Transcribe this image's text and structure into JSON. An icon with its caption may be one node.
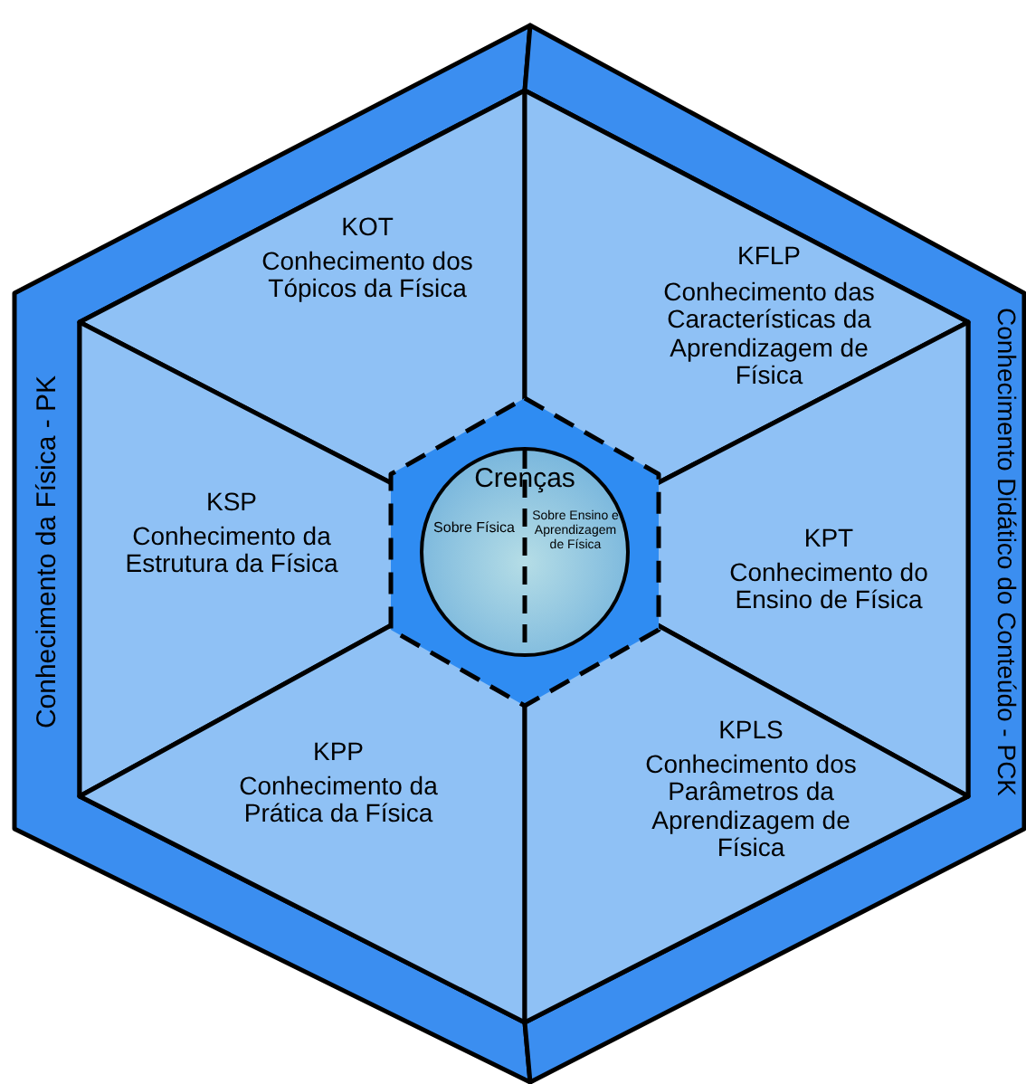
{
  "diagram": {
    "nodes": [
      {
        "text": [
          "Conhecimento da Física - PK"
        ]
      },
      {
        "text": [
          "Conhecimento Didático do Conteúdo - PCK"
        ]
      },
      {
        "text": [
          "KOT",
          "Conhecimento dos Tópicos da Física"
        ]
      },
      {
        "text": [
          "KFLP",
          "Conhecimento das Características da Aprendizagem de Física"
        ]
      },
      {
        "text": [
          "KSP",
          "Conhecimento da Estrutura da Física"
        ]
      },
      {
        "text": [
          "KPT",
          "Conhecimento do Ensino de Física"
        ]
      },
      {
        "text": [
          "KPP",
          "Conhecimento da Prática da Física"
        ]
      },
      {
        "text": [
          "KPLS",
          "Conhecimento dos Parâmetros da Aprendizagem de Física"
        ]
      },
      {
        "text": [],
        "shape": "hexagon"
      },
      {
        "text": [
          "Crenças"
        ],
        "in": 8
      },
      {
        "text": [
          "Sobre Física"
        ]
      },
      {
        "text": [
          "Sobre Ensino e Aprendizagem de Física"
        ]
      }
    ],
    "edges": []
  }
}
